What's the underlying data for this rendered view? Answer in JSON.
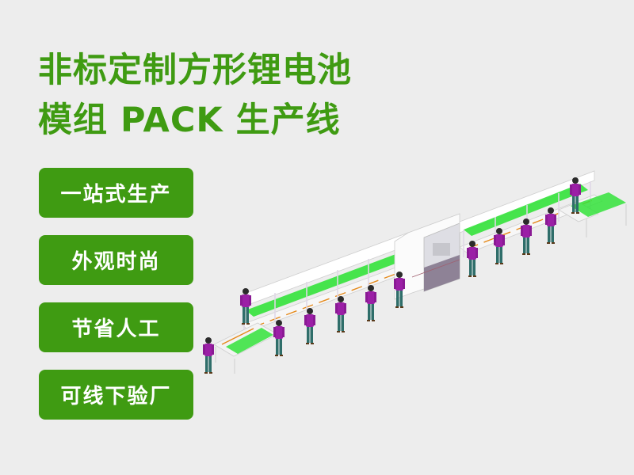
{
  "headline": {
    "line1": "非标定制方形锂电池",
    "line2": "模组 PACK 生产线"
  },
  "features": [
    {
      "label": "一站式生产"
    },
    {
      "label": "外观时尚"
    },
    {
      "label": "节省人工"
    },
    {
      "label": "可线下验厂"
    }
  ],
  "illustration": {
    "subject": "assembly-line-isometric-render",
    "colors": {
      "accent_green": "#3f9b12",
      "shelf_green": "#33e23a",
      "worker_shirt": "#9b1fa6",
      "worker_pants": "#2f6e6a",
      "conveyor_orange": "#e58a1c",
      "frame": "#ffffff",
      "background": "#ededed"
    }
  }
}
